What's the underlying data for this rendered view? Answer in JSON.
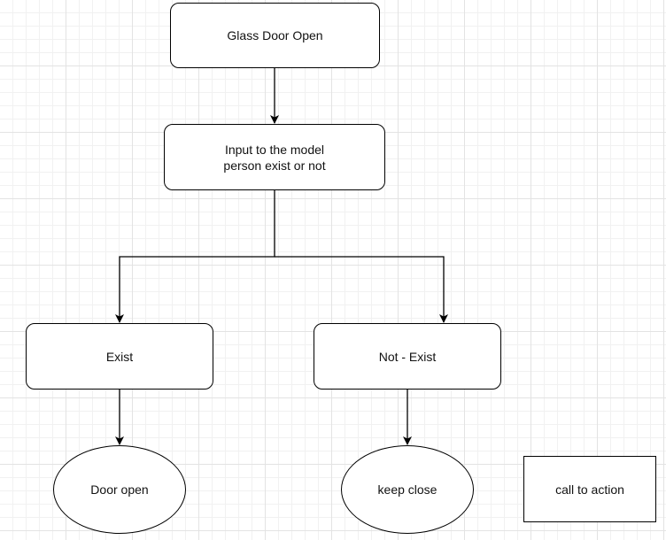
{
  "diagram": {
    "nodes": {
      "glass_door_open": "Glass Door Open",
      "input_model": "Input to the model\nperson exist or not",
      "exist": "Exist",
      "not_exist": "Not - Exist",
      "door_open": "Door open",
      "keep_close": "keep close",
      "call_to_action": "call to action"
    },
    "edges": [
      {
        "from": "glass_door_open",
        "to": "input_model"
      },
      {
        "from": "input_model",
        "to": "exist"
      },
      {
        "from": "input_model",
        "to": "not_exist"
      },
      {
        "from": "exist",
        "to": "door_open"
      },
      {
        "from": "not_exist",
        "to": "keep_close"
      }
    ]
  }
}
